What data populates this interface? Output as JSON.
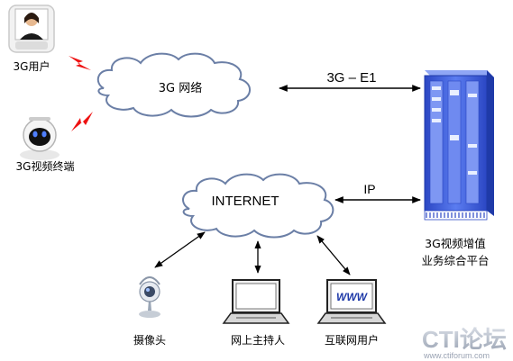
{
  "nodes": {
    "user_3g": "3G用户",
    "terminal_3g": "3G视频终端",
    "network_3g": "3G 网络",
    "internet": "INTERNET",
    "platform_line1": "3G视频增值",
    "platform_line2": "业务综合平台",
    "camera": "摄像头",
    "host": "网上主持人",
    "internet_user": "互联网用户"
  },
  "links": {
    "e1": "3G – E1",
    "ip": "IP"
  },
  "screen_text": "WWW",
  "watermark": {
    "brand": "CTI论坛",
    "url": "www.ctiforum.com"
  },
  "colors": {
    "cloud_stroke": "#6b7fa6",
    "cloud_fill": "#ffffff",
    "server_blue": "#4d6de0",
    "server_dark": "#1f3aa8",
    "lightning": "#ee1111",
    "arrow": "#000000"
  }
}
